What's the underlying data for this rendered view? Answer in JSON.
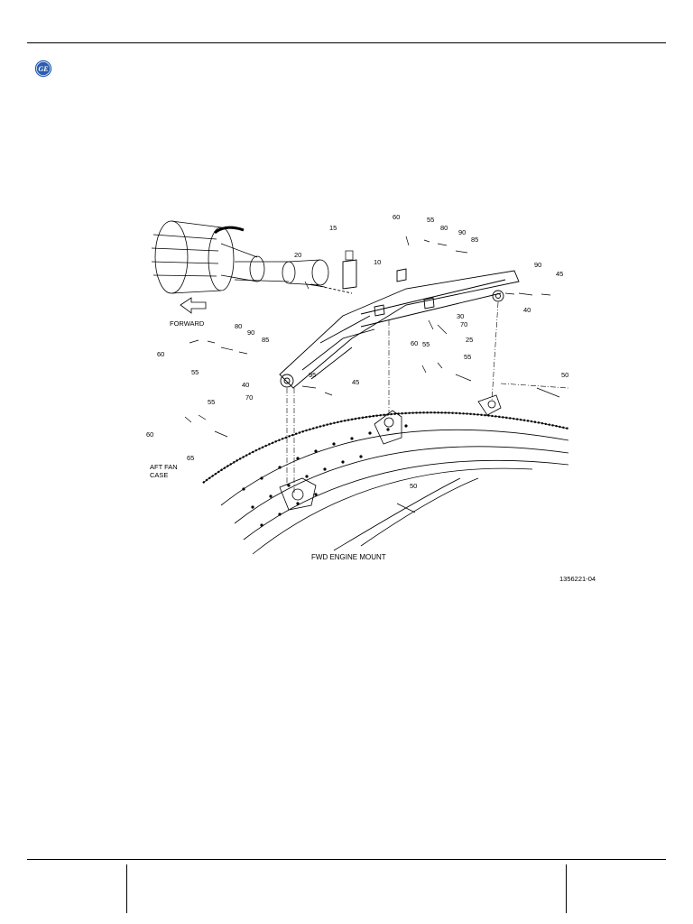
{
  "header": {
    "logo_text": "GE",
    "logo_color": "#2a5db0"
  },
  "figure": {
    "caption": "FWD ENGINE MOUNT",
    "figure_number": "1356221-04",
    "forward_label": "FORWARD",
    "fan_case_label_line1": "AFT FAN",
    "fan_case_label_line2": "CASE",
    "callouts": [
      "15",
      "60",
      "55",
      "80",
      "90",
      "85",
      "20",
      "10",
      "90",
      "45",
      "40",
      "30",
      "70",
      "25",
      "80",
      "90",
      "85",
      "60",
      "60",
      "55",
      "55",
      "95",
      "45",
      "40",
      "70",
      "55",
      "50",
      "60",
      "65",
      "50"
    ]
  }
}
